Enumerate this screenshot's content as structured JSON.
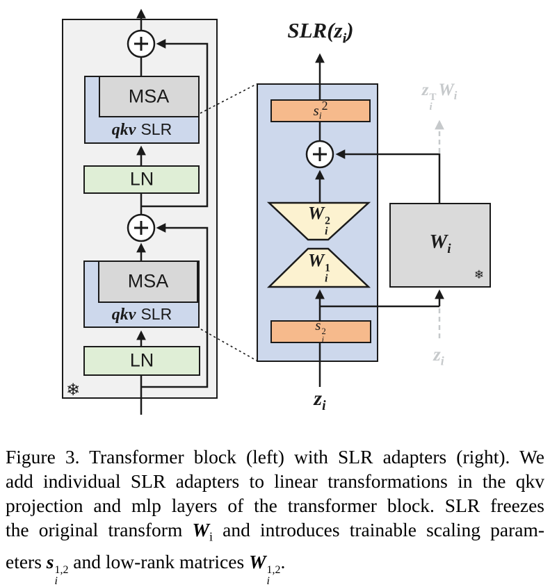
{
  "icons": {
    "plus_circle": "+",
    "snowflake": "❄"
  },
  "colors": {
    "panel_blue": "#cdd8ec",
    "adapter_orange": "#f6ba8c",
    "lowrank_yellow": "#fcf2d0",
    "ln_green": "#dfeed6",
    "box_gray": "#d8d8d8",
    "frozen_gray": "#dadada",
    "outer_bg": "#f1f1f1",
    "ghost_gray": "#c6c9cb",
    "line_black": "#1a1a1a"
  },
  "left_diagram": {
    "top_block": {
      "msa": "MSA",
      "qkv": "qkv",
      "slr": "SLR",
      "ln": "LN"
    },
    "bottom_block": {
      "msa": "MSA",
      "qkv": "qkv",
      "slr": "SLR",
      "ln": "LN"
    },
    "snowflake": "❄"
  },
  "adapter_diagram": {
    "title": {
      "pre": "SLR(z",
      "sub": "i",
      "post": ")"
    },
    "s_top": {
      "base": "s",
      "sub": "i",
      "sup": "2"
    },
    "w2": {
      "base": "W",
      "sup": "2",
      "sub": "i"
    },
    "w1": {
      "base": "W",
      "sup": "1",
      "sub": "i"
    },
    "s_bottom": {
      "base": "s",
      "sup": "2",
      "sub": "i"
    },
    "w_frozen": {
      "base": "W",
      "sub": "i"
    },
    "snowflake": "❄",
    "input": {
      "base": "z",
      "sub": "i"
    },
    "ghost_output": {
      "z": "z",
      "zsup": "T",
      "zsub": "i",
      "w": "W",
      "wsub": "i"
    },
    "ghost_input": {
      "base": "z",
      "sub": "i"
    }
  },
  "caption": {
    "line1": "Figure 3. Transformer block (left) with SLR adapters (right). We",
    "line2": "add individual SLR adapters to linear transformations in the qkv",
    "line3": "projection and mlp layers of the transformer block. SLR freezes",
    "line4": {
      "pre": "the original transform ",
      "w": "W",
      "wsub": "i",
      "post": " and introduces trainable scaling param-"
    },
    "line5": {
      "pre": "eters ",
      "s": "s",
      "ssup": "1,2",
      "ssub": "i",
      "mid": " and low-rank matrices ",
      "w": "W",
      "wsup": "1,2",
      "wsub": "i",
      "post": "."
    }
  }
}
